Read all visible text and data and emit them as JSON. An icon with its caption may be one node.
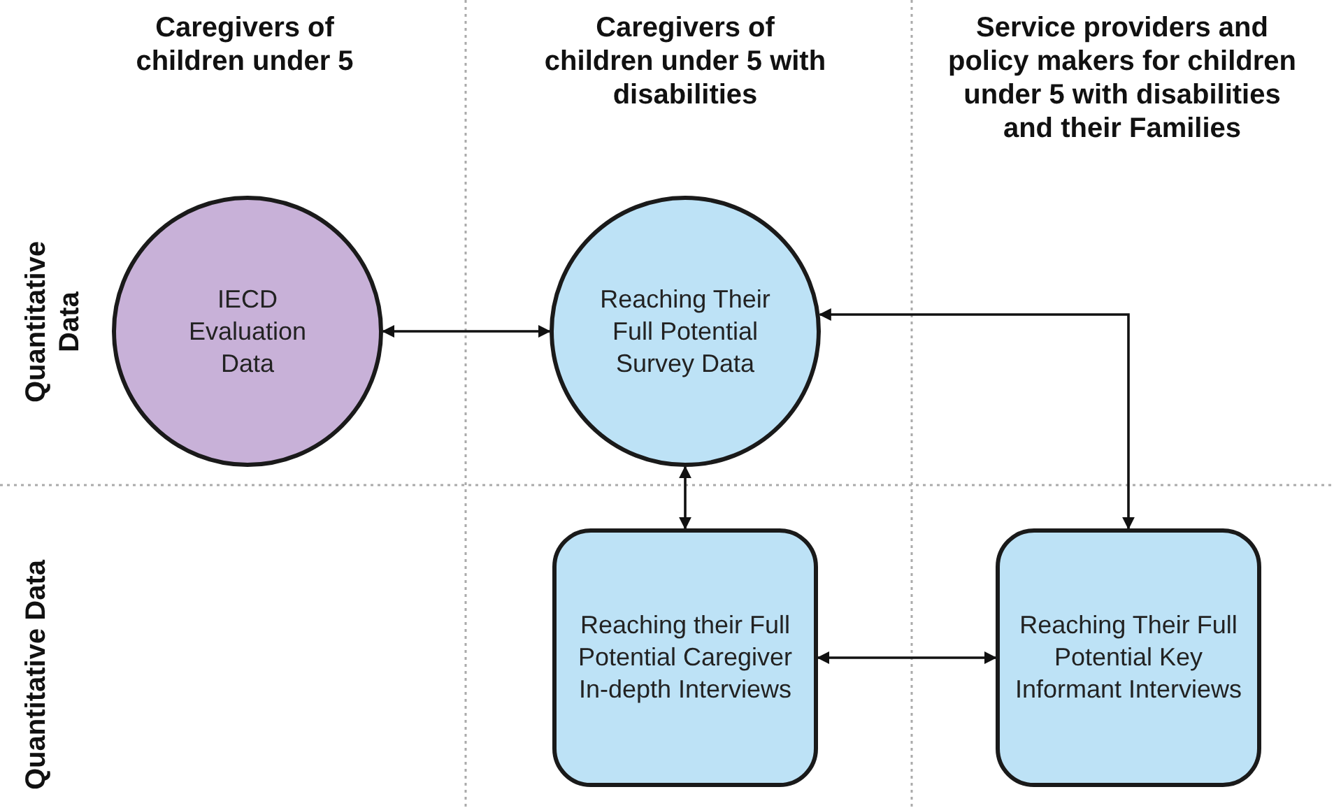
{
  "diagram": {
    "nodes": [
      {
        "text": [
          "IECD Evaluation Data"
        ]
      },
      {
        "text": [
          "Reaching Their Full Potential Survey Data"
        ]
      },
      {
        "text": [
          "Reaching their Full Potential Caregiver In-depth Interviews"
        ]
      },
      {
        "text": [
          "Reaching Their Full Potential Key Informant Interviews"
        ]
      }
    ],
    "edges": [
      {
        "from": 0,
        "to": 1,
        "arrow": "both"
      },
      {
        "from": 1,
        "to": 2,
        "arrow": "both"
      },
      {
        "from": 1,
        "to": 3,
        "arrow": "both"
      },
      {
        "from": 2,
        "to": 3,
        "arrow": "both"
      }
    ],
    "labels": [
      "Caregivers of children under 5",
      "Caregivers of children under 5 with disabilities",
      "Service providers and policy makers for children under 5 with disabilities and their Families",
      "Quantitative Data",
      "Quantitative Data"
    ]
  }
}
